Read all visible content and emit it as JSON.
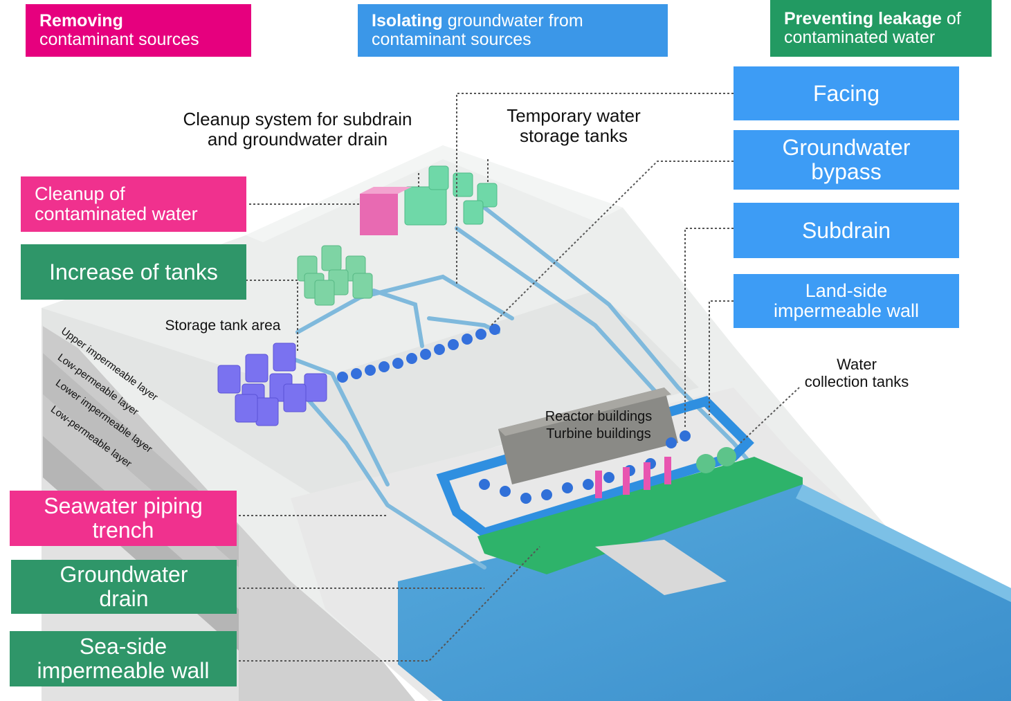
{
  "header": {
    "removing": {
      "bold": "Removing",
      "rest": "contaminant sources",
      "color": "#e6007e"
    },
    "isolating": {
      "bold": "Isolating",
      "rest_line1": " groundwater from",
      "rest_line2": "contaminant sources",
      "color": "#1f8fe0"
    },
    "preventing": {
      "bold": "Preventing leakage",
      "rest_line1": " of",
      "rest_line2": "contaminated water",
      "color": "#1e9b63"
    }
  },
  "left_boxes": {
    "cleanup_water": {
      "line1": "Cleanup of",
      "line2": "contaminated water",
      "color": "#f0318e"
    },
    "increase_tanks": {
      "line1": "Increase of tanks",
      "color": "#2f9669"
    },
    "seawater_trench": {
      "line1": "Seawater piping",
      "line2": "trench",
      "color": "#f0318e"
    },
    "groundwater_drain": {
      "line1": "Groundwater",
      "line2": "drain",
      "color": "#2f9669"
    },
    "seaside_wall": {
      "line1": "Sea-side",
      "line2": "impermeable wall",
      "color": "#2f9669"
    }
  },
  "right_boxes": {
    "facing": {
      "line1": "Facing",
      "color": "#3d9cf5"
    },
    "bypass": {
      "line1": "Groundwater",
      "line2": "bypass",
      "color": "#3d9cf5"
    },
    "subdrain": {
      "line1": "Subdrain",
      "color": "#3d9cf5"
    },
    "landside_wall": {
      "line1": "Land-side",
      "line2": "impermeable wall",
      "color": "#3d9cf5"
    }
  },
  "labels": {
    "cleanup_system": {
      "line1": "Cleanup system for subdrain",
      "line2": "and groundwater drain"
    },
    "temp_tanks": {
      "line1": "Temporary water",
      "line2": "storage tanks"
    },
    "storage_area": "Storage tank area",
    "water_collection": {
      "line1": "Water",
      "line2": "collection tanks"
    },
    "reactor": "Reactor buildings",
    "turbine": "Turbine buildings"
  },
  "layers": [
    "Upper impermeable layer",
    "Low-permeable layer",
    "Lower impermeable layer",
    "Low-permeable layer"
  ]
}
